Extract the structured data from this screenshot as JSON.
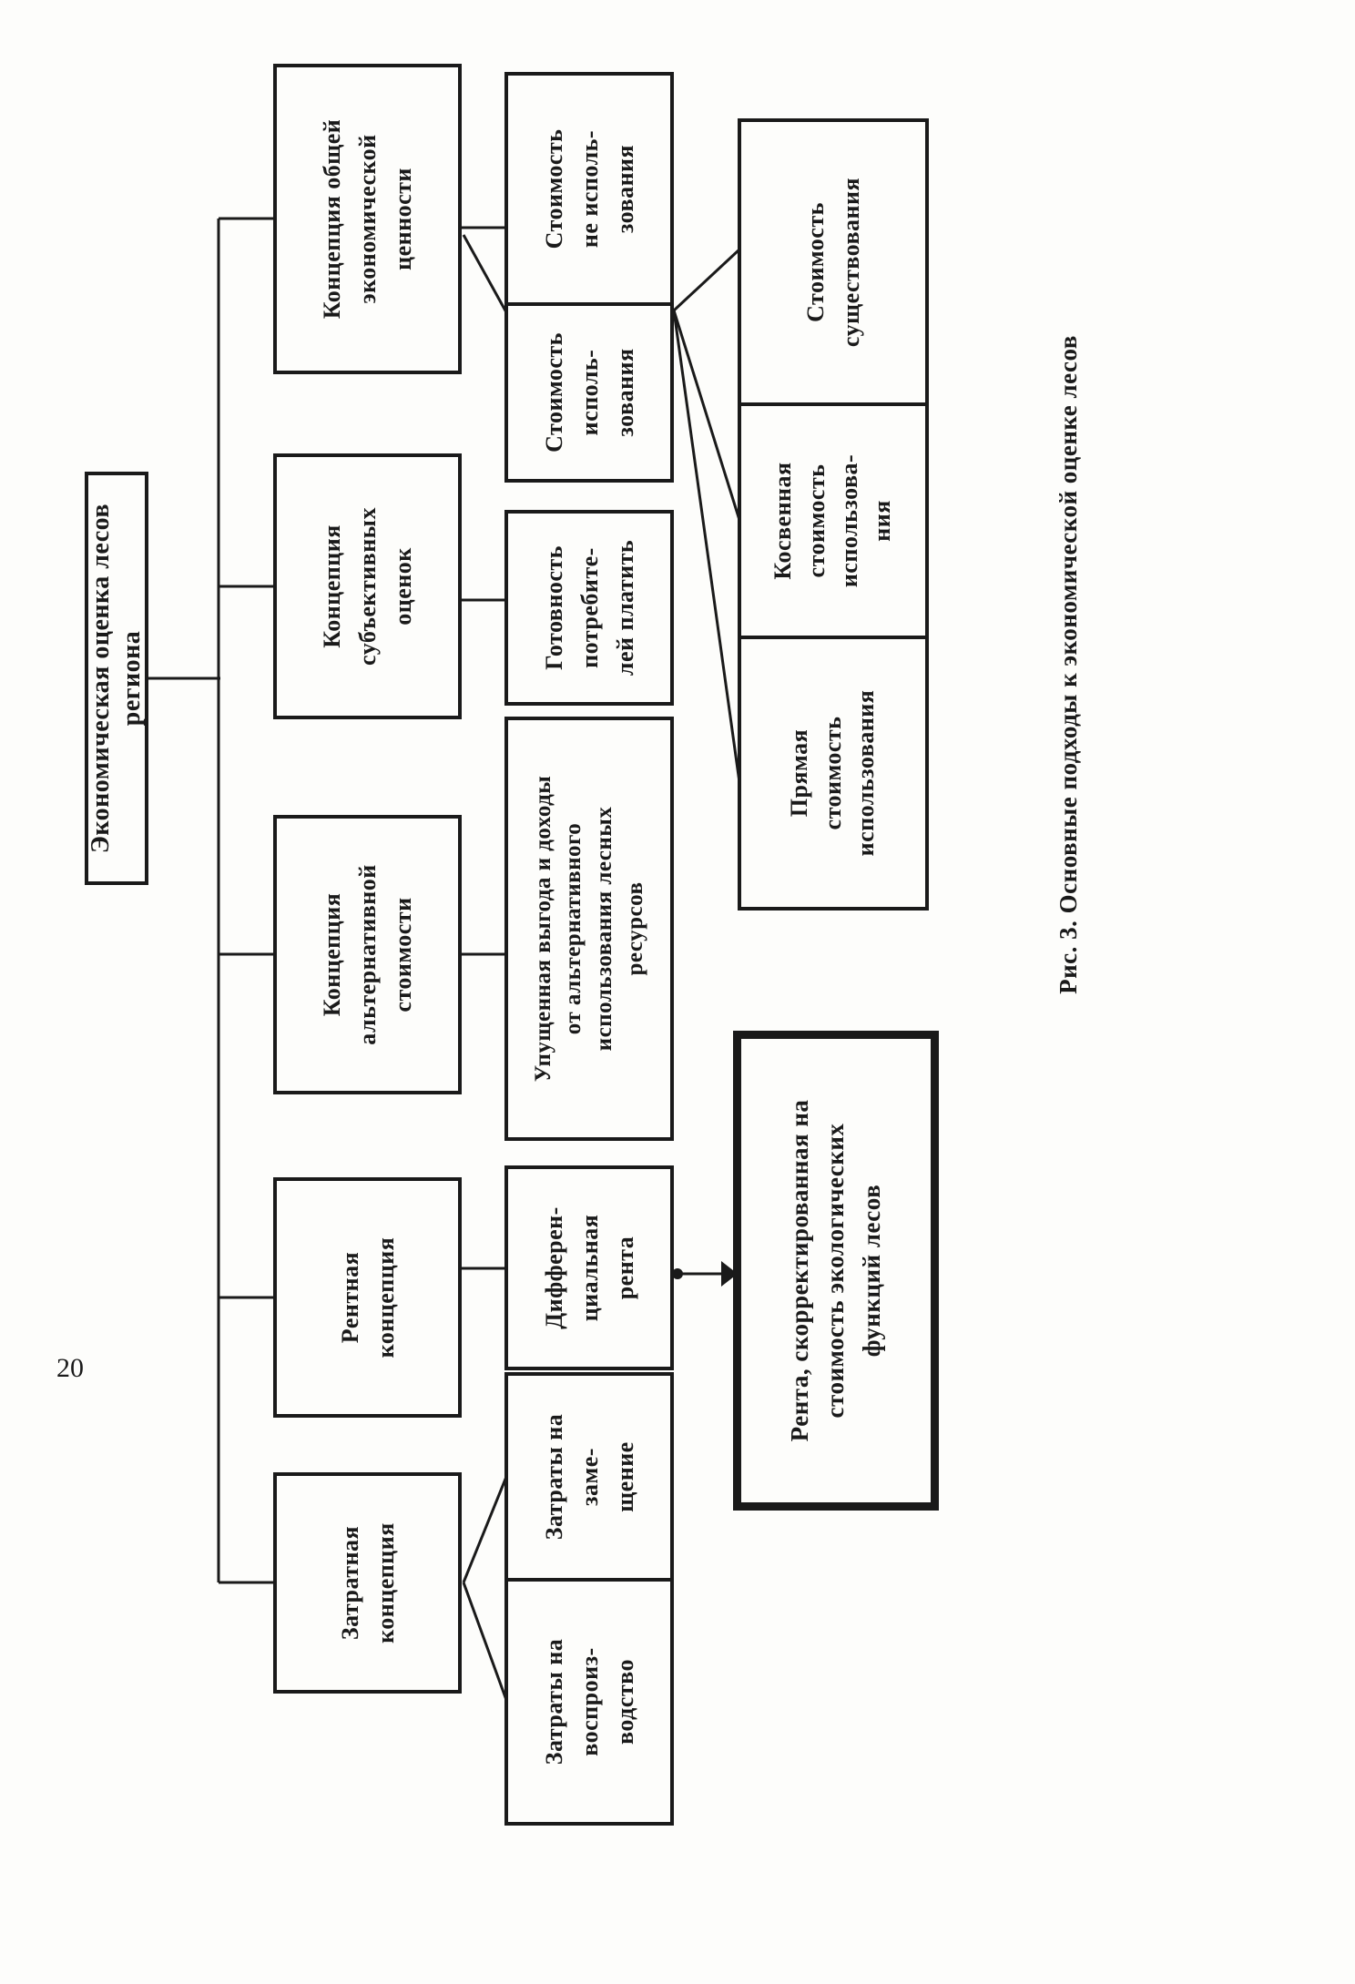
{
  "page_number": "20",
  "caption": "Рис. 3. Основные подходы к экономической оценке лесов",
  "colors": {
    "ink": "#1a1a1a",
    "paper": "#fdfdfb"
  },
  "diagram": {
    "root": "Экономическая оценка лесов региона",
    "concepts": {
      "cost": "Затратная\nконцепция",
      "rent": "Рентная\nконцепция",
      "alternative": "Концепция\nальтернативной\nстоимости",
      "subjective": "Концепция\nсубъективных\nоценок",
      "total_value": "Концепция общей\nэкономической\nценности"
    },
    "level2": {
      "reproduction_costs": "Затраты на\nвоспроиз-\nводство",
      "replacement_costs": "Затраты на\nзаме-\nщение",
      "differential_rent": "Дифферен-\nциальная\nрента",
      "lost_profit": "Упущенная выгода и доходы\nот альтернативного\nиспользования лесных\nресурсов",
      "willingness_to_pay": "Готовность\nпотребите-\nлей платить",
      "use_value": "Стоимость\nисполь-\nзования",
      "non_use_value": "Стоимость\nне исполь-\nзования"
    },
    "level3": {
      "direct_use_value": "Прямая\nстоимость\nиспользования",
      "indirect_use_value": "Косвенная\nстоимость\nиспользова-\nния",
      "existence_value": "Стоимость\nсуществования"
    },
    "result": "Рента, скорректированная на\nстоимость экологических\nфункций лесов"
  }
}
